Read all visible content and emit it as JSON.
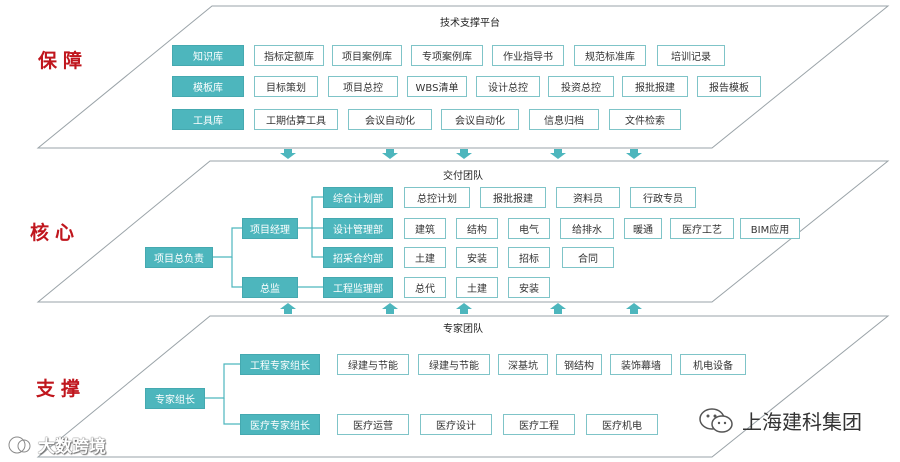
{
  "side_labels": {
    "support": "保障",
    "core": "核心",
    "backing": "支撑"
  },
  "layers": {
    "top": {
      "title": "技术支撑平台",
      "rows": [
        {
          "head": "知识库",
          "items": [
            "指标定额库",
            "项目案例库",
            "专项案例库",
            "作业指导书",
            "规范标准库",
            "培训记录"
          ]
        },
        {
          "head": "模板库",
          "items": [
            "目标策划",
            "项目总控",
            "WBS清单",
            "设计总控",
            "投资总控",
            "报批报建",
            "报告模板"
          ]
        },
        {
          "head": "工具库",
          "items": [
            "工期估算工具",
            "会议自动化",
            "会议自动化",
            "信息归档",
            "文件检索"
          ]
        }
      ]
    },
    "middle": {
      "title": "交付团队",
      "root": "项目总负责",
      "manager": "项目经理",
      "supervisor": "总监",
      "depts": [
        {
          "head": "综合计划部",
          "items": [
            "总控计划",
            "报批报建",
            "资料员",
            "行政专员"
          ]
        },
        {
          "head": "设计管理部",
          "items": [
            "建筑",
            "结构",
            "电气",
            "给排水",
            "暖通",
            "医疗工艺",
            "BIM应用"
          ]
        },
        {
          "head": "招采合约部",
          "items": [
            "土建",
            "安装",
            "招标",
            "合同"
          ]
        },
        {
          "head": "工程监理部",
          "items": [
            "总代",
            "土建",
            "安装"
          ]
        }
      ]
    },
    "bottom": {
      "title": "专家团队",
      "root": "专家组长",
      "groups": [
        {
          "head": "工程专家组长",
          "items": [
            "绿建与节能",
            "绿建与节能",
            "深基坑",
            "钢结构",
            "装饰幕墙",
            "机电设备"
          ]
        },
        {
          "head": "医疗专家组长",
          "items": [
            "医疗运营",
            "医疗设计",
            "医疗工程",
            "医疗机电"
          ]
        }
      ]
    }
  },
  "watermarks": {
    "left": "大数跨境",
    "right": "上海建科集团"
  },
  "colors": {
    "teal": "#4db6bd",
    "outline": "#7fc4c8",
    "red": "#c0161d",
    "arrow": "#4db6bd"
  }
}
